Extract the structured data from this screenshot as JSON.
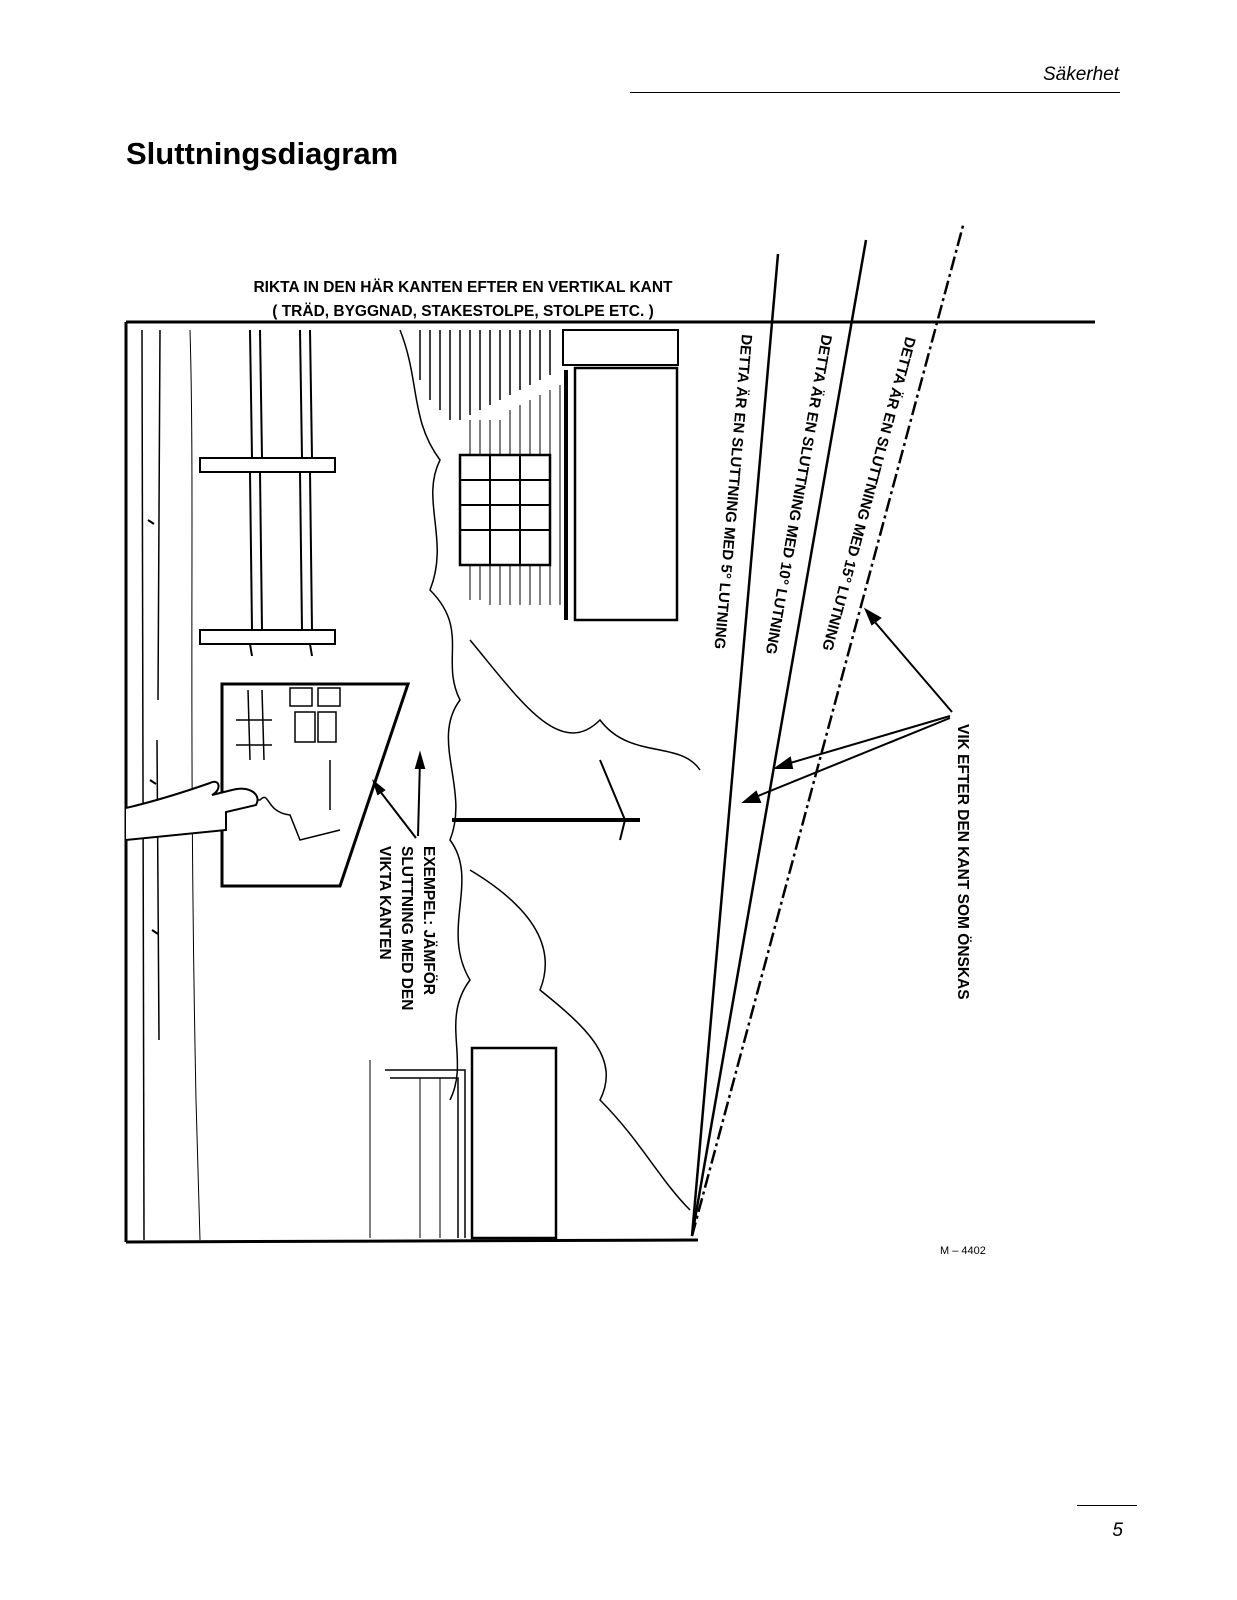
{
  "header": {
    "section": "Säkerhet"
  },
  "title": "Sluttningsdiagram",
  "diagram": {
    "align_instruction_line1": "RIKTA IN DEN HÄR KANTEN EFTER EN VERTIKAL KANT",
    "align_instruction_line2": "( TRÄD, BYGGNAD, STAKESTOLPE, STOLPE ETC. )",
    "slope_5": "DETTA ÄR EN SLUTTNING MED 5° LUTNING",
    "slope_10": "DETTA ÄR EN SLUTTNING MED 10° LUTNING",
    "slope_15": "DETTA ÄR EN SLUTTNING MED 15° LUTNING",
    "fold_instruction": "VIK EFTER DEN KANT SOM ÖNSKAS",
    "example_line1": "EXEMPEL: JÄMFÖR",
    "example_line2": "SLUTTNING MED DEN",
    "example_line3": "VIKTA KANTEN",
    "figure_code": "M – 4402"
  },
  "footer": {
    "page_number": "5"
  }
}
